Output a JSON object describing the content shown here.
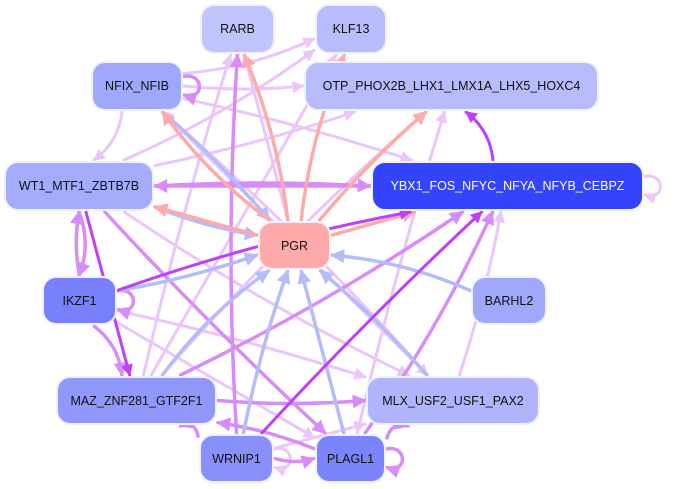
{
  "colors": {
    "light": "#ebc6fc",
    "medium": "#d88cf8",
    "strong": "#c040fa",
    "from_pgr": "#ffaaa8",
    "to_pgr": "#b4bcfc"
  },
  "nodes": [
    {
      "id": "RARB",
      "label": "RARB",
      "fill": "#c0c4fc",
      "text": "#111"
    },
    {
      "id": "KLF13",
      "label": "KLF13",
      "fill": "#b8bcfc",
      "text": "#111"
    },
    {
      "id": "NFIX",
      "label": "NFIX_NFIB",
      "fill": "#a0a8fc",
      "text": "#111"
    },
    {
      "id": "OTP",
      "label": "OTP_PHOX2B_LHX1_LMX1A_LHX5_HOXC4",
      "fill": "#b8bcfc",
      "text": "#111"
    },
    {
      "id": "WT1",
      "label": "WT1_MTF1_ZBTB7B",
      "fill": "#a4acfc",
      "text": "#111"
    },
    {
      "id": "YBX1",
      "label": "YBX1_FOS_NFYC_NFYA_NFYB_CEBPZ",
      "fill": "#3444fc",
      "text": "#ffffff"
    },
    {
      "id": "PGR",
      "label": "PGR",
      "fill": "#ffaaaa",
      "text": "#111"
    },
    {
      "id": "IKZF1",
      "label": "IKZF1",
      "fill": "#7880fc",
      "text": "#111"
    },
    {
      "id": "BARHL2",
      "label": "BARHL2",
      "fill": "#a0a8fc",
      "text": "#111"
    },
    {
      "id": "MAZ",
      "label": "MAZ_ZNF281_GTF2F1",
      "fill": "#9098fc",
      "text": "#111"
    },
    {
      "id": "MLX",
      "label": "MLX_USF2_USF1_PAX2",
      "fill": "#b0b4fc",
      "text": "#111"
    },
    {
      "id": "WRNIP1",
      "label": "WRNIP1",
      "fill": "#8890fc",
      "text": "#111"
    },
    {
      "id": "PLAGL1",
      "label": "PLAGL1",
      "fill": "#7c84fc",
      "text": "#111"
    }
  ],
  "edges": [
    [
      "PGR",
      "NFIX",
      "from_pgr"
    ],
    [
      "NFIX",
      "PGR",
      "to_pgr"
    ],
    [
      "PGR",
      "WT1",
      "from_pgr"
    ],
    [
      "WT1",
      "PGR",
      "to_pgr"
    ],
    [
      "PGR",
      "RARB",
      "from_pgr"
    ],
    [
      "PGR",
      "KLF13",
      "from_pgr"
    ],
    [
      "PGR",
      "OTP",
      "from_pgr"
    ],
    [
      "PGR",
      "YBX1",
      "from_pgr"
    ],
    [
      "IKZF1",
      "PGR",
      "to_pgr"
    ],
    [
      "BARHL2",
      "PGR",
      "to_pgr"
    ],
    [
      "MAZ",
      "PGR",
      "to_pgr"
    ],
    [
      "WRNIP1",
      "PGR",
      "to_pgr"
    ],
    [
      "PLAGL1",
      "PGR",
      "to_pgr"
    ],
    [
      "MLX",
      "PGR",
      "to_pgr"
    ],
    [
      "YBX1",
      "OTP",
      "strong"
    ],
    [
      "IKZF1",
      "YBX1",
      "strong"
    ],
    [
      "WT1",
      "YBX1",
      "medium"
    ],
    [
      "YBX1",
      "WT1",
      "medium"
    ],
    [
      "NFIX",
      "OTP",
      "light"
    ],
    [
      "NFIX",
      "KLF13",
      "light"
    ],
    [
      "NFIX",
      "WT1",
      "light"
    ],
    [
      "NFIX",
      "YBX1",
      "light"
    ],
    [
      "NFIX",
      "MLX",
      "light"
    ],
    [
      "WT1",
      "OTP",
      "light"
    ],
    [
      "WT1",
      "KLF13",
      "light"
    ],
    [
      "WT1",
      "IKZF1",
      "medium"
    ],
    [
      "IKZF1",
      "WT1",
      "medium"
    ],
    [
      "WT1",
      "MAZ",
      "strong"
    ],
    [
      "WT1",
      "PLAGL1",
      "medium"
    ],
    [
      "WT1",
      "MLX",
      "light"
    ],
    [
      "IKZF1",
      "MAZ",
      "medium"
    ],
    [
      "IKZF1",
      "MLX",
      "light"
    ],
    [
      "IKZF1",
      "PLAGL1",
      "light"
    ],
    [
      "MAZ",
      "MLX",
      "medium"
    ],
    [
      "MAZ",
      "YBX1",
      "medium"
    ],
    [
      "MAZ",
      "OTP",
      "light"
    ],
    [
      "MAZ",
      "RARB",
      "light"
    ],
    [
      "MAZ",
      "KLF13",
      "light"
    ],
    [
      "WRNIP1",
      "PLAGL1",
      "medium"
    ],
    [
      "WRNIP1",
      "MAZ",
      "medium"
    ],
    [
      "WRNIP1",
      "RARB",
      "medium"
    ],
    [
      "WRNIP1",
      "YBX1",
      "strong"
    ],
    [
      "WRNIP1",
      "MLX",
      "light"
    ],
    [
      "PLAGL1",
      "MAZ",
      "medium"
    ],
    [
      "PLAGL1",
      "YBX1",
      "medium"
    ],
    [
      "PLAGL1",
      "MLX",
      "medium"
    ],
    [
      "PLAGL1",
      "OTP",
      "light"
    ],
    [
      "PLAGL1",
      "RARB",
      "light"
    ],
    [
      "MLX",
      "YBX1",
      "light"
    ],
    [
      "MLX",
      "NFIX",
      "light"
    ],
    [
      "NFIX",
      "NFIX",
      "medium"
    ],
    [
      "YBX1",
      "YBX1",
      "light"
    ],
    [
      "PLAGL1",
      "PLAGL1",
      "medium"
    ],
    [
      "WRNIP1",
      "WRNIP1",
      "light"
    ],
    [
      "IKZF1",
      "IKZF1",
      "medium"
    ]
  ]
}
